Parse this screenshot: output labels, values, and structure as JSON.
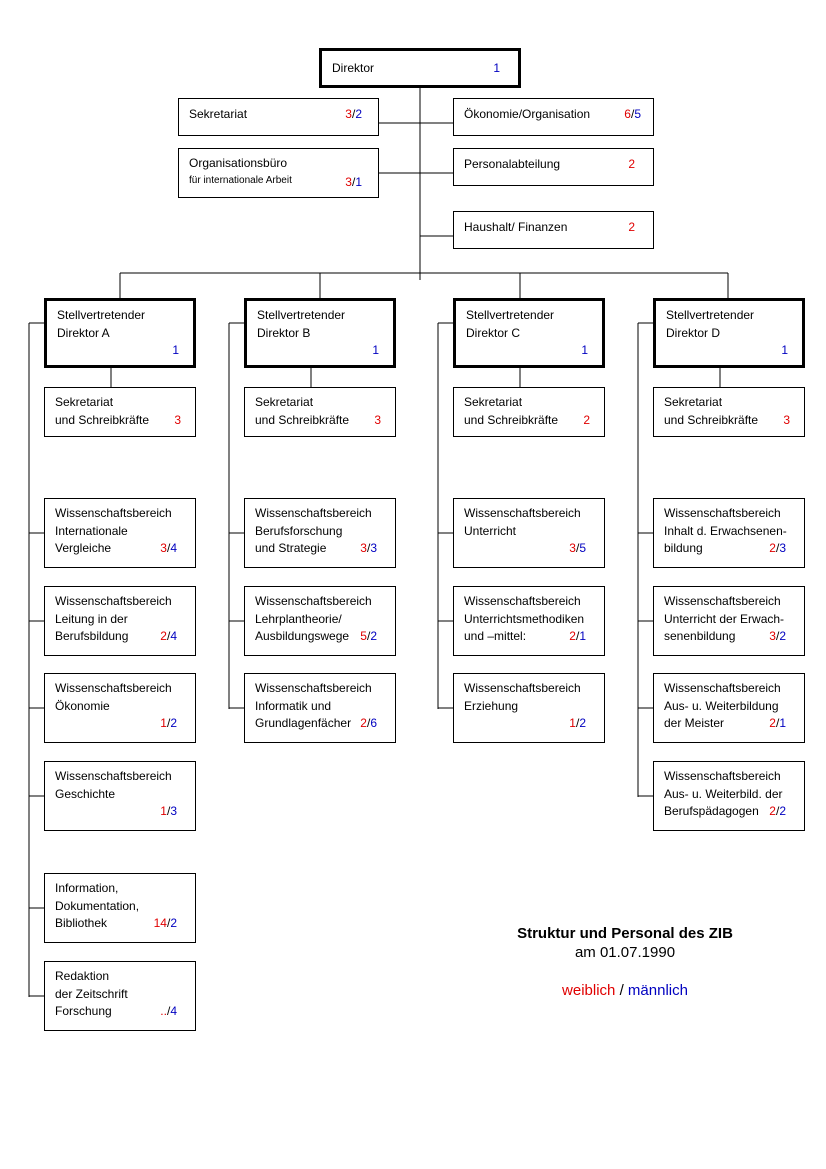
{
  "colors": {
    "weiblich": "#e00000",
    "maennlich": "#0000c0",
    "line": "#000000"
  },
  "top": {
    "director": {
      "label": [
        "Direktor"
      ],
      "m": "1"
    },
    "left": [
      {
        "id": "sekretariat",
        "label": [
          "Sekretariat"
        ],
        "w": "3",
        "m": "2"
      },
      {
        "id": "orgbuero",
        "label": [
          "Organisationsbüro"
        ],
        "sub": "für  internationale Arbeit",
        "w": "3",
        "m": "1"
      }
    ],
    "right": [
      {
        "id": "oekonomie-org",
        "label": [
          "Ökonomie/Organisation"
        ],
        "w": "6",
        "m": "5"
      },
      {
        "id": "personal",
        "label": [
          "Personalabteilung"
        ],
        "w": "2"
      },
      {
        "id": "haushalt",
        "label": [
          "Haushalt/ Finanzen"
        ],
        "w": "2"
      }
    ]
  },
  "columns": [
    {
      "deputy": {
        "label": [
          "Stellvertretender",
          "Direktor A"
        ],
        "m": "1"
      },
      "secretariat": {
        "label": [
          "Sekretariat",
          "und Schreibkräfte"
        ],
        "w": "3"
      },
      "units": [
        {
          "label": [
            "Wissenschaftsbereich",
            "Internationale",
            "Vergleiche"
          ],
          "w": "3",
          "m": "4"
        },
        {
          "label": [
            "Wissenschaftsbereich",
            "Leitung in der",
            "Berufsbildung"
          ],
          "w": "2",
          "m": "4"
        },
        {
          "label": [
            "Wissenschaftsbereich",
            "Ökonomie"
          ],
          "w": "1",
          "m": "2"
        },
        {
          "label": [
            "Wissenschaftsbereich",
            "Geschichte"
          ],
          "w": "1",
          "m": "3"
        },
        {
          "label": [
            "Information,",
            "Dokumentation,",
            "Bibliothek"
          ],
          "w": "14",
          "m": "2"
        },
        {
          "label": [
            "Redaktion",
            "der Zeitschrift",
            "Forschung"
          ],
          "w": "..",
          "m": "4"
        }
      ]
    },
    {
      "deputy": {
        "label": [
          "Stellvertretender",
          "Direktor  B"
        ],
        "m": "1"
      },
      "secretariat": {
        "label": [
          "Sekretariat",
          "und Schreibkräfte"
        ],
        "w": "3"
      },
      "units": [
        {
          "label": [
            "Wissenschaftsbereich",
            "Berufsforschung",
            "und Strategie"
          ],
          "w": "3",
          "m": "3"
        },
        {
          "label": [
            "Wissenschaftsbereich",
            "Lehrplantheorie/",
            "Ausbildungswege"
          ],
          "w": "5",
          "m": "2"
        },
        {
          "label": [
            "Wissenschaftsbereich",
            "Informatik und",
            "Grundlagenfächer"
          ],
          "w": "2",
          "m": "6"
        }
      ]
    },
    {
      "deputy": {
        "label": [
          "Stellvertretender",
          "Direktor  C"
        ],
        "m": "1"
      },
      "secretariat": {
        "label": [
          "Sekretariat",
          "und Schreibkräfte"
        ],
        "w": "2"
      },
      "units": [
        {
          "label": [
            "Wissenschaftsbereich",
            "Unterricht"
          ],
          "w": "3",
          "m": "5"
        },
        {
          "label": [
            "Wissenschaftsbereich",
            "Unterrichtsmethodiken",
            "und –mittel:"
          ],
          "w": "2",
          "m": "1"
        },
        {
          "label": [
            "Wissenschaftsbereich",
            "Erziehung"
          ],
          "w": "1",
          "m": "2"
        }
      ]
    },
    {
      "deputy": {
        "label": [
          "Stellvertretender",
          "Direktor  D"
        ],
        "m": "1"
      },
      "secretariat": {
        "label": [
          "Sekretariat",
          "und Schreibkräfte"
        ],
        "w": "3"
      },
      "units": [
        {
          "label": [
            "Wissenschaftsbereich",
            "Inhalt d. Erwachsenen-",
            "bildung"
          ],
          "w": "2",
          "m": "3"
        },
        {
          "label": [
            "Wissenschaftsbereich",
            "Unterricht der Erwach-",
            "senenbildung"
          ],
          "w": "3",
          "m": "2"
        },
        {
          "label": [
            "Wissenschaftsbereich",
            "Aus- u. Weiterbildung",
            "der Meister"
          ],
          "w": "2",
          "m": "1"
        },
        {
          "label": [
            "Wissenschaftsbereich",
            "Aus- u. Weiterbild. der",
            "Berufspädagogen"
          ],
          "w": "2",
          "m": "2"
        }
      ]
    }
  ],
  "legend": {
    "title": "Struktur und Personal des ZIB",
    "date": "am 01.07.1990",
    "female": "weiblich",
    "separator": " / ",
    "male": "männlich"
  }
}
